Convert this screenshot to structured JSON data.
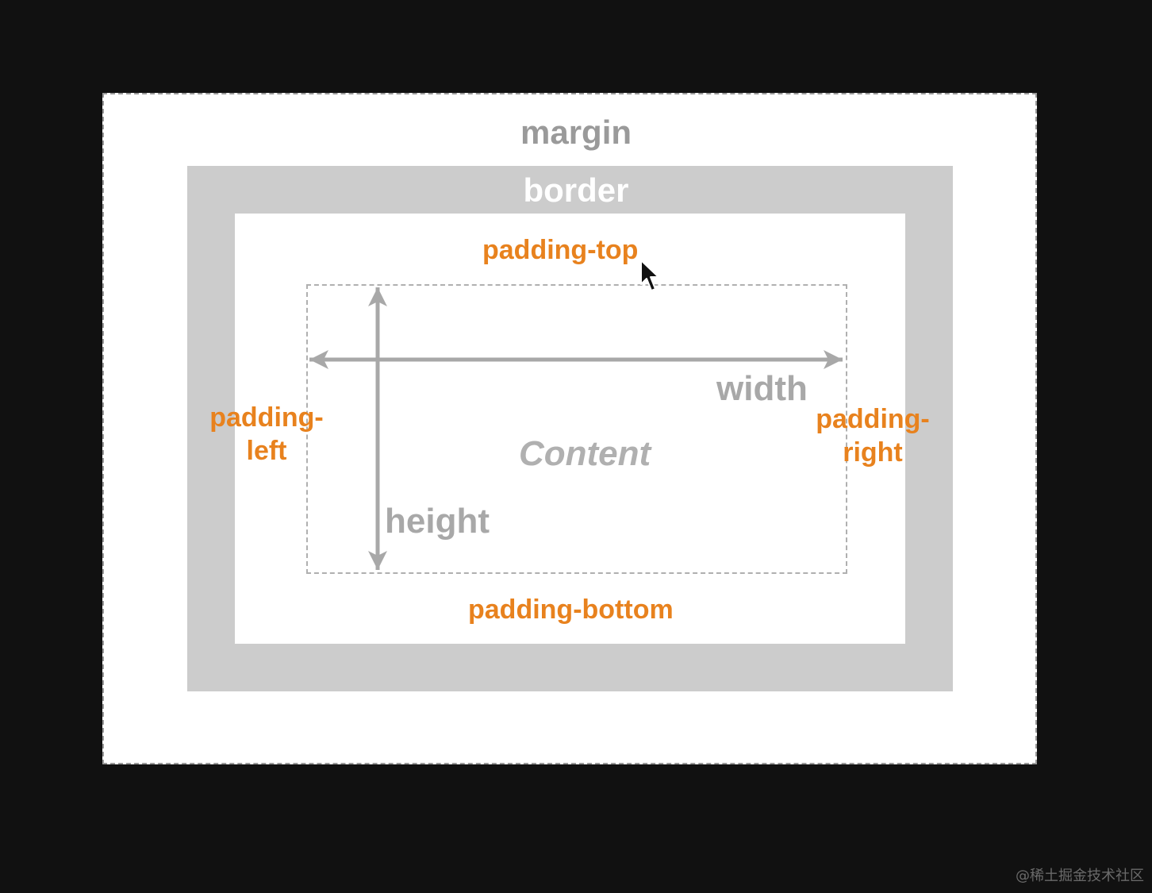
{
  "diagram": {
    "margin_label": "margin",
    "border_label": "border",
    "padding_top_label": "padding-top",
    "padding_bottom_label": "padding-bottom",
    "padding_left_line1": "padding-",
    "padding_left_line2": "left",
    "padding_right_line1": "padding-",
    "padding_right_line2": "right",
    "width_label": "width",
    "height_label": "height",
    "content_label": "Content"
  },
  "watermark": "@稀土掘金技术社区",
  "colors": {
    "background": "#111111",
    "margin_fill": "#ffffff",
    "border_fill": "#cccccc",
    "padding_text": "#e8821e",
    "dimension_text": "#a8a8a8"
  },
  "icons": {
    "cursor": "mouse-pointer-icon"
  }
}
